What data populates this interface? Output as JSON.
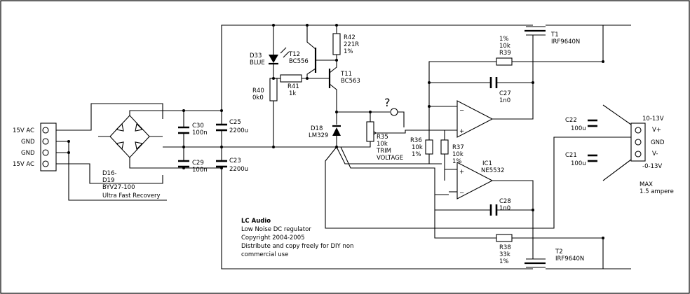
{
  "connector_left": {
    "labels": [
      "15V AC",
      "GND",
      "GND",
      "15V AC"
    ]
  },
  "diodes": {
    "ref": "D16-",
    "ref2": "D19",
    "part": "BYV27-100",
    "desc": "Ultra Fast Recovery"
  },
  "caps": {
    "c30": {
      "ref": "C30",
      "val": "100n"
    },
    "c29": {
      "ref": "C29",
      "val": "100n"
    },
    "c25": {
      "ref": "C25",
      "val": "2200u"
    },
    "c23": {
      "ref": "C23",
      "val": "2200u"
    },
    "c27": {
      "ref": "C27",
      "val": "1n0"
    },
    "c28": {
      "ref": "C28",
      "val": "1n0"
    },
    "c22": {
      "ref": "C22",
      "val": "100u"
    },
    "c21": {
      "ref": "C21",
      "val": "100u"
    }
  },
  "led": {
    "ref": "D33",
    "color": "BLUE"
  },
  "transistors": {
    "t12": {
      "ref": "T12",
      "part": "BC556"
    },
    "t11": {
      "ref": "T11",
      "part": "BC563"
    },
    "t1": {
      "ref": "T1",
      "part": "IRF9640N"
    },
    "t2": {
      "ref": "T2",
      "part": "IRF9640N"
    }
  },
  "resistors": {
    "r42": {
      "ref": "R42",
      "val": "221R",
      "tol": "1%"
    },
    "r41": {
      "ref": "R41",
      "val": "1k"
    },
    "r40": {
      "ref": "R40",
      "val": "0k0"
    },
    "r39": {
      "ref": "R39",
      "val": "10k",
      "tol": "1%"
    },
    "r36": {
      "ref": "R36",
      "val": "10k",
      "tol": "1%"
    },
    "r37": {
      "ref": "R37",
      "val": "10k",
      "tol": "1%"
    },
    "r38": {
      "ref": "R38",
      "val": "33k",
      "tol": "1%"
    }
  },
  "zener": {
    "ref": "D18",
    "part": "LM329"
  },
  "trimmer": {
    "ref": "R35",
    "val": "10k",
    "line1": "TRIM",
    "line2": "VOLTAGE"
  },
  "opamp": {
    "ref": "IC1",
    "part": "NE5532"
  },
  "question_mark": "?",
  "output": {
    "v_plus_range": "10-13V",
    "v_plus": "V+",
    "gnd": "GND",
    "v_minus": "V-",
    "v_minus_range": "-0-13V",
    "max_line1": "MAX",
    "max_line2": "1.5 ampere"
  },
  "credits": {
    "title": "LC Audio",
    "line1": "Low Noise DC regulator",
    "line2": "Copyright 2004-2005",
    "line3": "Distribute and copy freely for DIY non",
    "line4": "commercial use"
  }
}
